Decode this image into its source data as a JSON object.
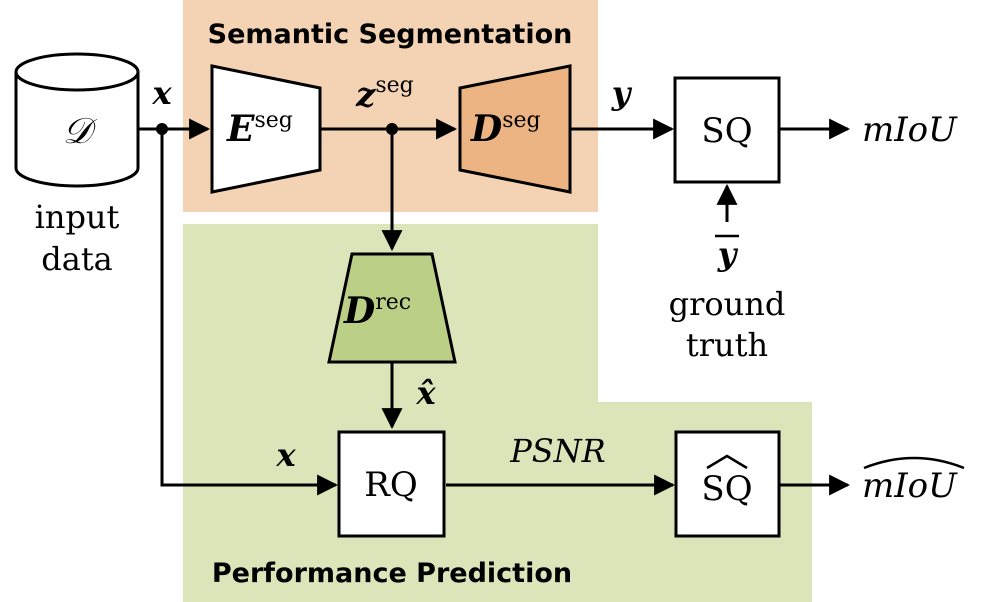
{
  "colors": {
    "segmentation_region": "#f4d3b4",
    "prediction_region": "#dce5b9",
    "decoder_seg_fill": "#ecb383",
    "decoder_rec_fill": "#bccf86",
    "stroke": "#000000",
    "box_fill": "#ffffff"
  },
  "regions": {
    "segmentation_title": "Semantic Segmentation",
    "prediction_title": "Performance Prediction"
  },
  "database": {
    "symbol": "𝒟",
    "label_line1": "input",
    "label_line2": "data"
  },
  "encoder_seg": {
    "base": "E",
    "sup": "seg"
  },
  "latent": {
    "base": "z",
    "sup": "seg"
  },
  "decoder_seg": {
    "base": "D",
    "sup": "seg"
  },
  "decoder_rec": {
    "base": "D",
    "sup": "rec"
  },
  "output_y": "y",
  "input_x_top": "x",
  "input_x_bottom": "x",
  "x_hat": "x̂",
  "sq_box": "SQ",
  "sq_hat_box": "SQ",
  "rq_box": "RQ",
  "ground_truth": {
    "symbol": "y",
    "line1": "ground",
    "line2": "truth"
  },
  "miou": "mIoU",
  "miou_hat": "mIoU",
  "psnr": "PSNR"
}
